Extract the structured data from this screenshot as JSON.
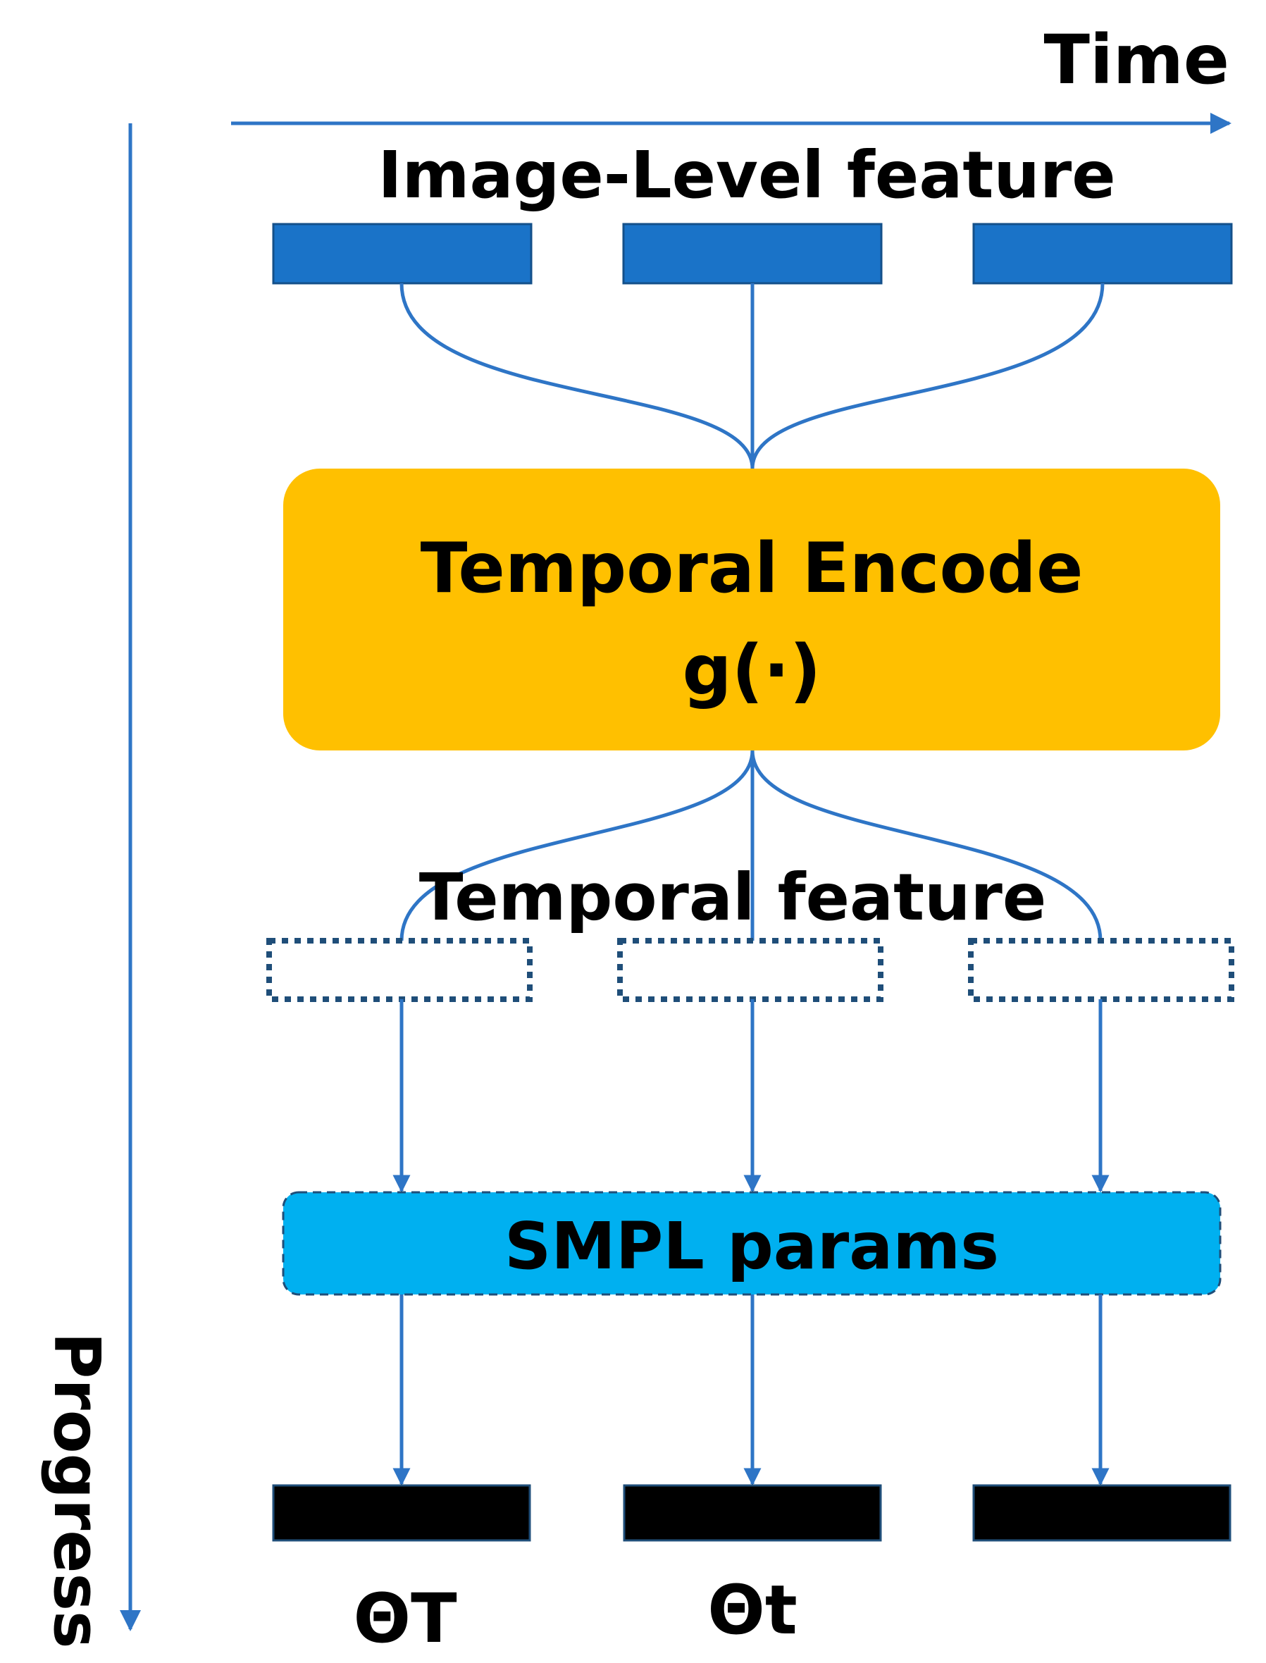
{
  "axes": {
    "time_label": "Time",
    "progress_label": "Progress"
  },
  "labels": {
    "image_level_feature": "Image-Level feature",
    "encoder_title": "Temporal Encode",
    "encoder_function": "g(·)",
    "temporal_feature": "Temporal feature",
    "smpl_params": "SMPL params",
    "theta_T": "ΘT",
    "theta_t": "Θt"
  },
  "colors": {
    "line_blue": "#2E75C6",
    "feature_block": "#1A73C8",
    "encoder_fill": "#FFC000",
    "smpl_fill": "#00B0F0",
    "dotted_border": "#1F4E79",
    "output_block": "#000000"
  }
}
